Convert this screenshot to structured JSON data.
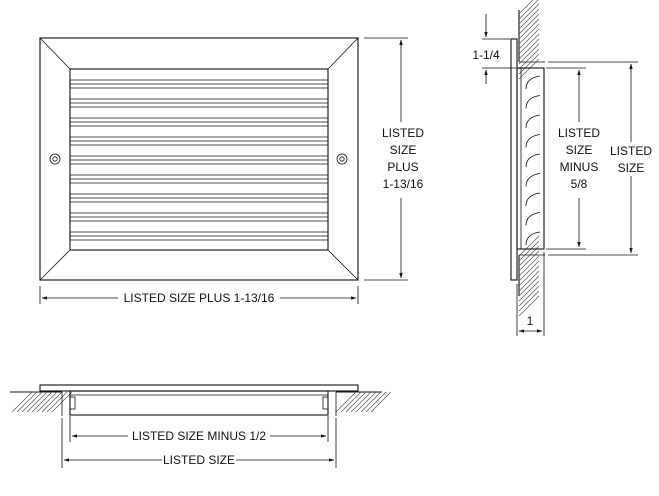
{
  "front_view": {
    "height_label": [
      "LISTED",
      "SIZE",
      "PLUS",
      "1-13/16"
    ],
    "width_label": "LISTED SIZE PLUS 1-13/16"
  },
  "side_view": {
    "flange_label": "1-1/4",
    "opening_label": [
      "LISTED",
      "SIZE",
      "MINUS",
      "5/8"
    ],
    "listed_label": [
      "LISTED",
      "SIZE"
    ],
    "depth_label": "1"
  },
  "bottom_view": {
    "inner_label": "LISTED SIZE MINUS 1/2",
    "outer_label": "LISTED SIZE"
  }
}
